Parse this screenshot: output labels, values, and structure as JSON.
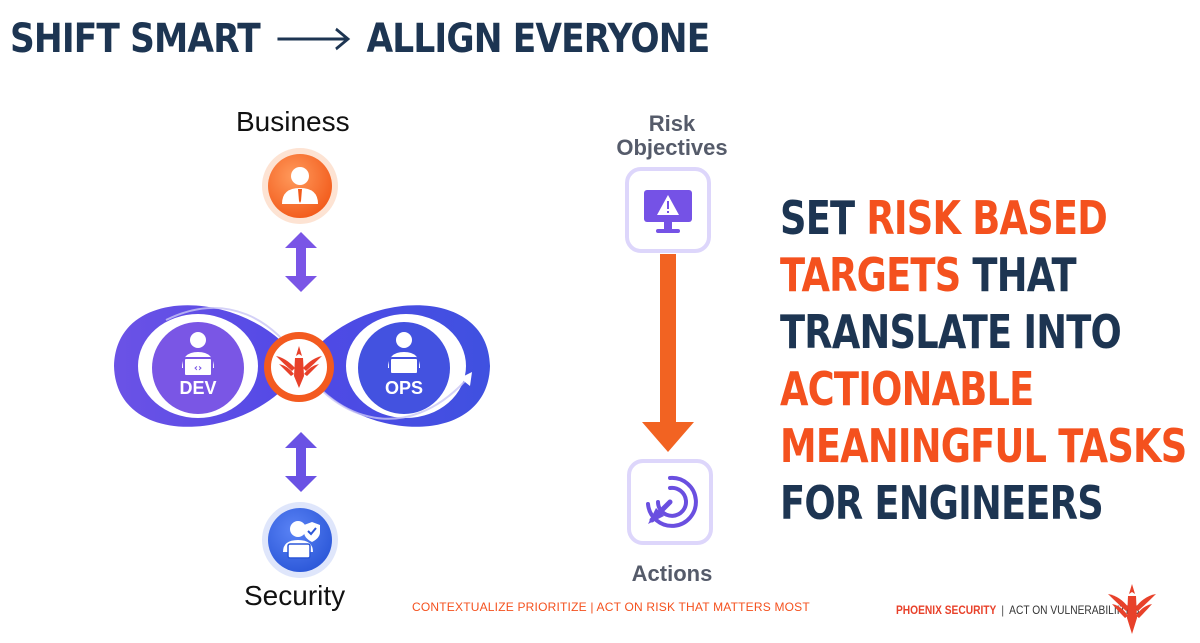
{
  "header": {
    "left": "SHIFT SMART",
    "right": "ALLIGN EVERYONE"
  },
  "diagram": {
    "business_label": "Business",
    "security_label": "Security",
    "dev_label": "DEV",
    "ops_label": "OPS",
    "risk_label_line1": "Risk",
    "risk_label_line2": "Objectives",
    "actions_label": "Actions"
  },
  "statement": {
    "lines": [
      {
        "a": "SET ",
        "b": "RISK BASED",
        "c": ""
      },
      {
        "a": "",
        "b": "TARGETS",
        "c": " THAT"
      },
      {
        "a": "TRANSLATE INTO",
        "b": "",
        "c": ""
      },
      {
        "a": "",
        "b": "ACTIONABLE",
        "c": ""
      },
      {
        "a": "",
        "b": "MEANINGFUL TASKS",
        "c": ""
      },
      {
        "a": "FOR ENGINEERS",
        "b": "",
        "c": ""
      }
    ]
  },
  "footer": {
    "tagline": "CONTEXTUALIZE PRIORITIZE |  ACT ON RISK THAT MATTERS MOST",
    "brand_name": "PHOENIX SECURITY",
    "brand_separator": "|",
    "brand_tagline": "ACT ON VULNERABILIITES"
  },
  "colors": {
    "navy": "#1d3552",
    "orange": "#f4511e",
    "purple": "#6c4ddb",
    "blue": "#3f51e0"
  }
}
